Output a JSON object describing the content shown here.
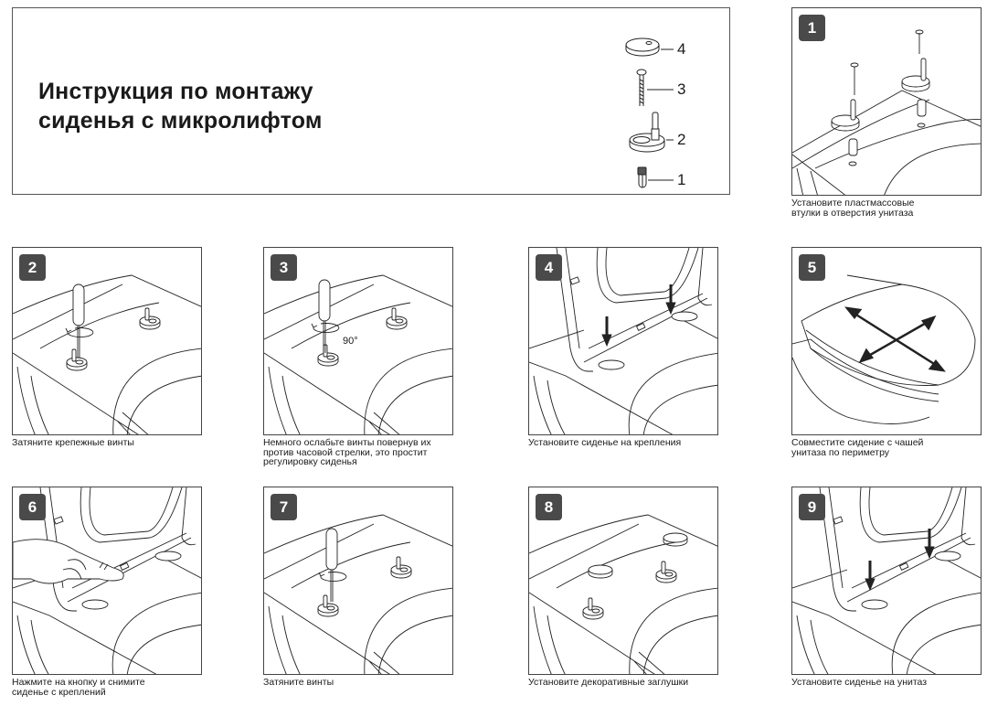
{
  "header": {
    "title_lines": [
      "Инструкция по монтажу",
      "сиденья с микролифтом"
    ]
  },
  "parts": [
    {
      "number": "4",
      "icon": "cap-cover-icon"
    },
    {
      "number": "3",
      "icon": "screw-icon"
    },
    {
      "number": "2",
      "icon": "hinge-mount-icon"
    },
    {
      "number": "1",
      "icon": "plastic-anchor-icon"
    }
  ],
  "steps": [
    {
      "number": "1",
      "caption_lines": [
        "Установите пластмассовые",
        "втулки в отверстия унитаза"
      ]
    },
    {
      "number": "2",
      "caption_lines": [
        "Затяните крепежные винты"
      ]
    },
    {
      "number": "3",
      "caption_lines": [
        "Немного ослабьте винты повернув их",
        "против часовой стрелки, это простит",
        "регулировку сиденья"
      ],
      "angle_label": "90°"
    },
    {
      "number": "4",
      "caption_lines": [
        "Установите сиденье на крепления"
      ]
    },
    {
      "number": "5",
      "caption_lines": [
        "Совместите сидение с чашей",
        "унитаза по периметру"
      ]
    },
    {
      "number": "6",
      "caption_lines": [
        "Нажмите на кнопку и снимите",
        "сиденье с креплений"
      ]
    },
    {
      "number": "7",
      "caption_lines": [
        "Затяните винты"
      ]
    },
    {
      "number": "8",
      "caption_lines": [
        "Установите декоративные заглушки"
      ]
    },
    {
      "number": "9",
      "caption_lines": [
        "Установите сиденье на унитаз"
      ]
    }
  ],
  "colors": {
    "badge_bg": "#4a4a4a",
    "line": "#222222",
    "border": "#444444"
  }
}
